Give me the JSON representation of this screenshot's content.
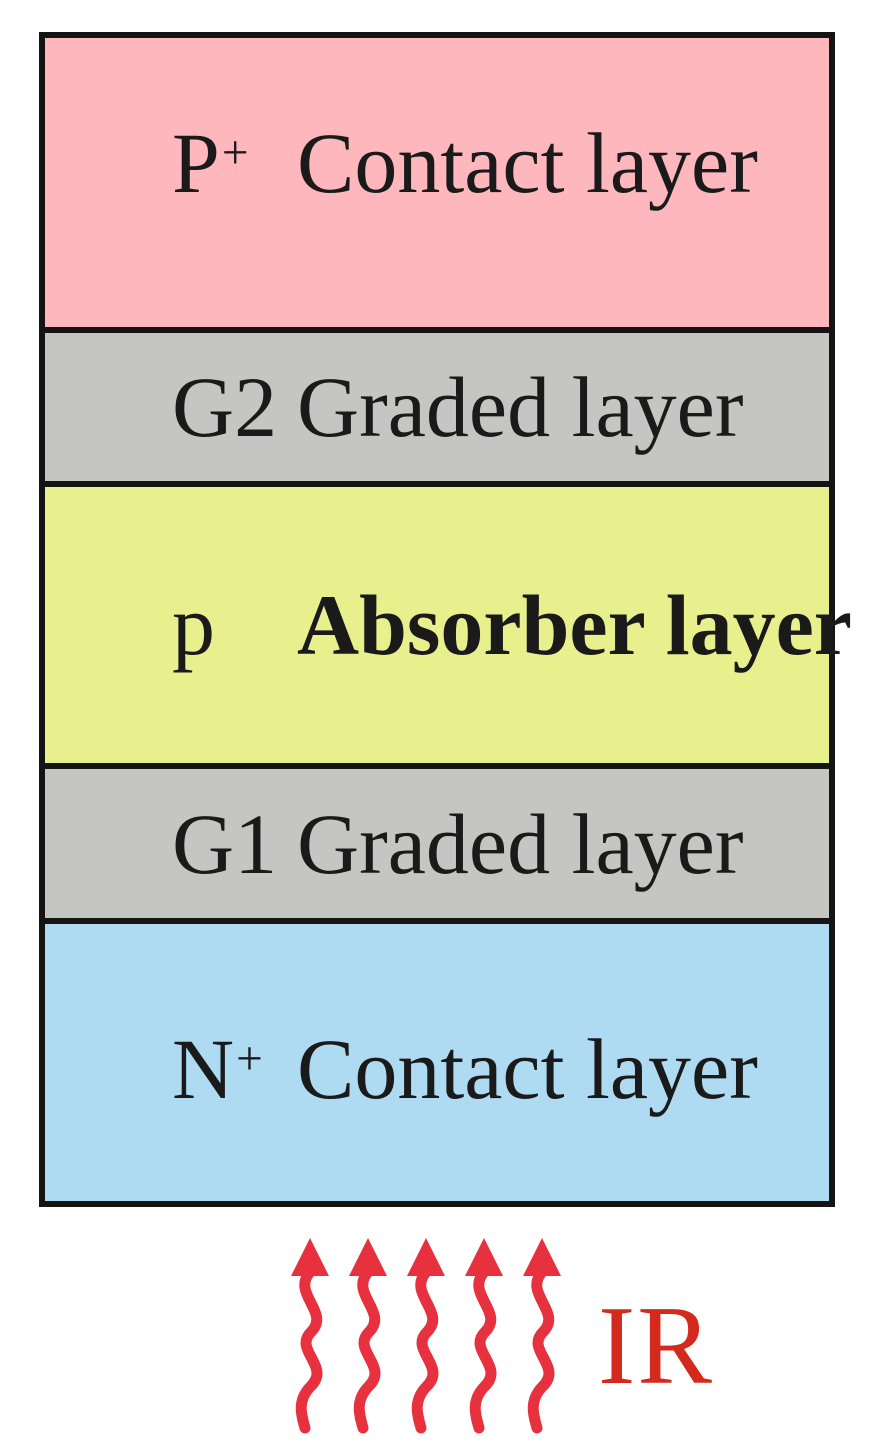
{
  "diagram": {
    "layers": [
      {
        "prefix": "P",
        "sup": "+",
        "name": "Contact layer",
        "color": "#FFB7BE"
      },
      {
        "prefix": "G2",
        "name": "Graded layer",
        "color": "#C5C6C4"
      },
      {
        "prefix": "p",
        "name": "Absorber layer",
        "color": "#E8F08E"
      },
      {
        "prefix": "G1",
        "name": "Graded layer",
        "color": "#C5C6C4"
      },
      {
        "prefix": "N",
        "sup": "+",
        "name": "Contact layer",
        "color": "#AEDAF2"
      }
    ],
    "ir_label": "IR",
    "colors": {
      "arrow": "#E8313F",
      "ir_text": "#D4291D"
    }
  }
}
